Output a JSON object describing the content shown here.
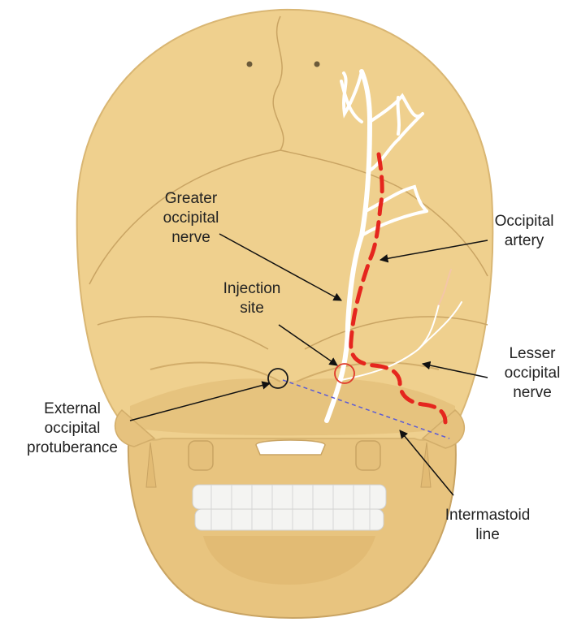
{
  "labels": {
    "greater_occipital_nerve": [
      "Greater",
      "occipital",
      "nerve"
    ],
    "injection_site": [
      "Injection",
      "site"
    ],
    "occipital_artery": [
      "Occipital",
      "artery"
    ],
    "lesser_occipital_nerve": [
      "Lesser",
      "occipital",
      "nerve"
    ],
    "external_occipital_protuberance": [
      "External",
      "occipital",
      "protuberance"
    ],
    "intermastoid_line": [
      "Intermastoid",
      "line"
    ]
  },
  "colors": {
    "bone": "#efd08e",
    "bone_shadow": "#d9b673",
    "suture": "#c9a463",
    "nerve": "#ffffff",
    "artery": "#e5261e",
    "injection_marker": "#e0392b",
    "protuberance_marker": "#1a1a1a",
    "intermastoid_line": "#5b5bd6",
    "teeth": "#f4f4f2",
    "leader_line": "#111111"
  }
}
